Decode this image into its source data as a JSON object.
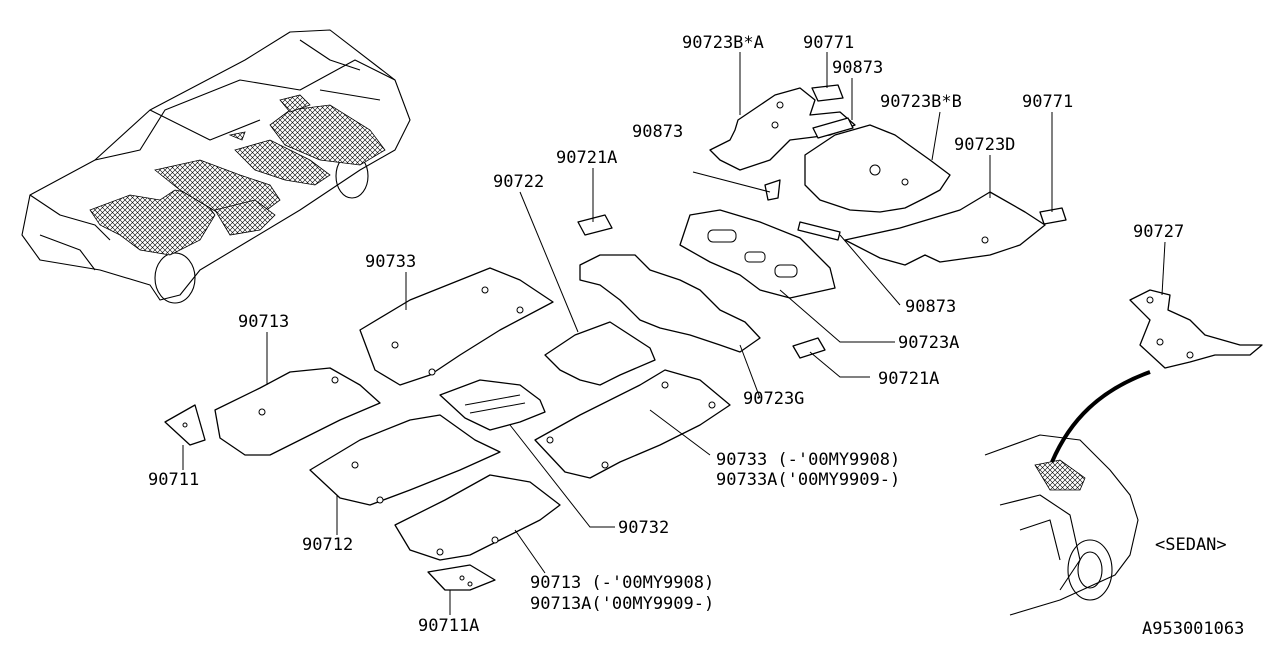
{
  "labels": {
    "p90723B_A": "90723B*A",
    "p90771_top": "90771",
    "p90873_top": "90873",
    "p90723B_B": "90723B*B",
    "p90771_right": "90771",
    "p90873_left": "90873",
    "p90723D": "90723D",
    "p90721A_top": "90721A",
    "p90722": "90722",
    "p90727": "90727",
    "p90733": "90733",
    "p90873_bottom": "90873",
    "p90713": "90713",
    "p90723A": "90723A",
    "p90721A_right": "90721A",
    "p90723G": "90723G",
    "p90711": "90711",
    "p90733_range1": "90733 (-'00MY9908)",
    "p90733_range2": "90733A('00MY9909-)",
    "p90732": "90732",
    "p90712": "90712",
    "p90713_range1": "90713 (-'00MY9908)",
    "p90713_range2": "90713A('00MY9909-)",
    "p90711A": "90711A",
    "sedan": "<SEDAN>",
    "diagram_code": "A953001063"
  }
}
